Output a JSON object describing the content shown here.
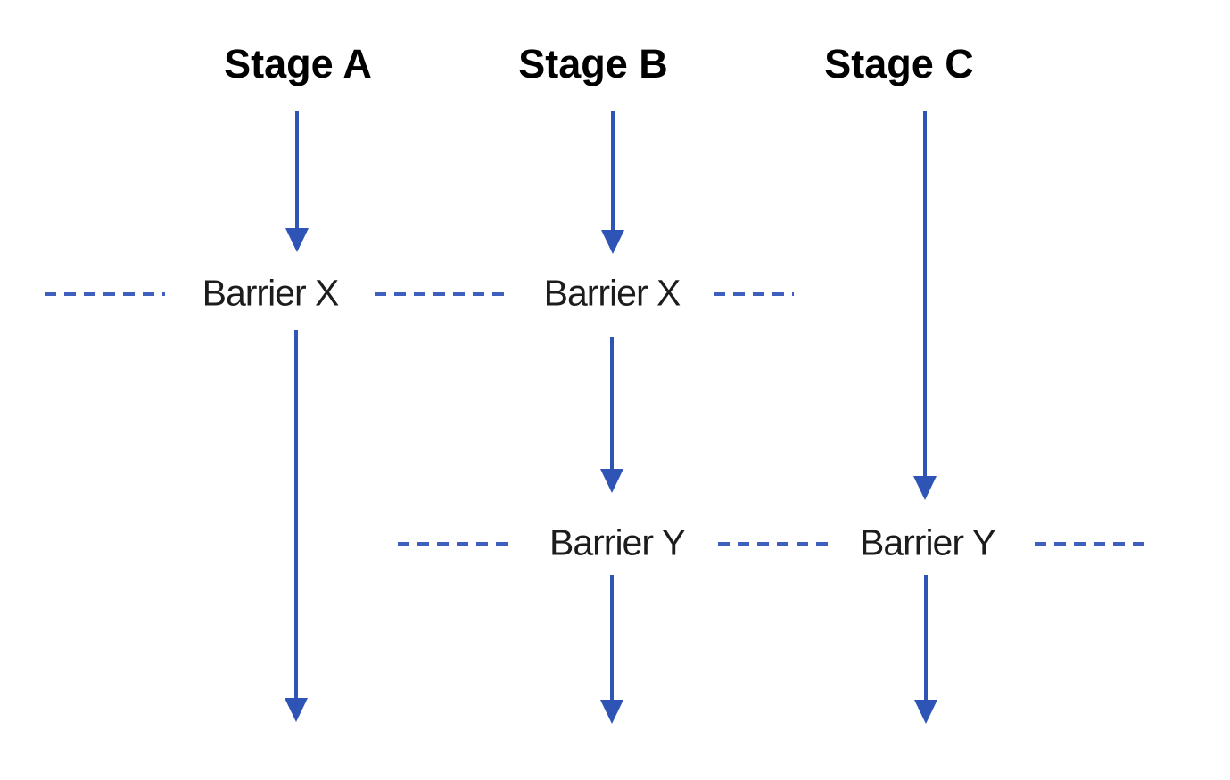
{
  "diagram": {
    "stages": [
      {
        "label": "Stage A"
      },
      {
        "label": "Stage B"
      },
      {
        "label": "Stage C"
      }
    ],
    "barrier_rows": [
      {
        "label": "Barrier X"
      },
      {
        "label": "Barrier Y"
      }
    ],
    "colors": {
      "arrow_blue": "#2e55b6",
      "dash_blue": "#3f5fbf",
      "label_text": "#1c1c1c",
      "background": "#ffffff"
    }
  }
}
